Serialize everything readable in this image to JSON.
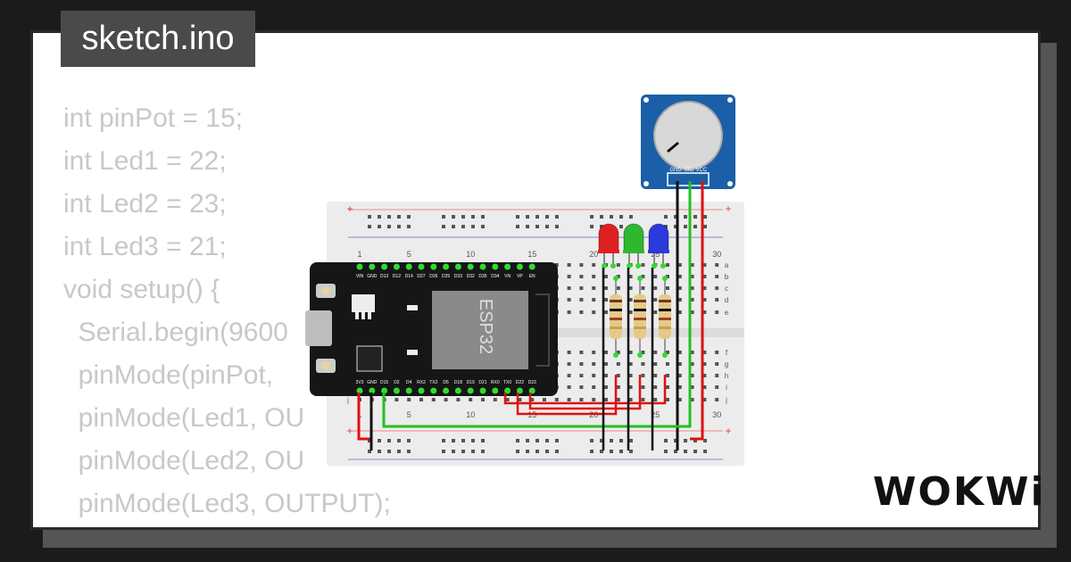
{
  "file": {
    "name": "sketch.ino"
  },
  "code_lines": [
    "int pinPot = 15;",
    "int Led1 = 22;",
    "int Led2 = 23;",
    "int Led3 = 21;",
    "void setup() {",
    "  Serial.begin(9600",
    "  pinMode(pinPot,",
    "  pinMode(Led1, OU",
    "  pinMode(Led2, OU",
    "  pinMode(Led3, OUTPUT);"
  ],
  "brand": {
    "name": "WOKWi"
  },
  "breadboard": {
    "column_numbers": [
      "1",
      "5",
      "10",
      "15",
      "20",
      "25",
      "30"
    ],
    "row_letters_top": [
      "a",
      "b",
      "c",
      "d",
      "e"
    ],
    "row_letters_bottom": [
      "f",
      "g",
      "h",
      "i",
      "j"
    ],
    "rail_plus": "+"
  },
  "esp32": {
    "chip_label": "ESP32",
    "top_pins": [
      "VIN",
      "GND",
      "D13",
      "D12",
      "D14",
      "D27",
      "D26",
      "D25",
      "D33",
      "D32",
      "D35",
      "D34",
      "VN",
      "VP",
      "EN"
    ],
    "bottom_pins": [
      "3V3",
      "GND",
      "D15",
      "D2",
      "D4",
      "RX2",
      "TX2",
      "D5",
      "D18",
      "D19",
      "D21",
      "RX0",
      "TX0",
      "D22",
      "D23"
    ]
  },
  "potentiometer": {
    "pins": [
      "GND",
      "SIG",
      "VCC"
    ]
  },
  "leds": [
    {
      "color_name": "red",
      "color": "#e02020"
    },
    {
      "color_name": "green",
      "color": "#2eb82e"
    },
    {
      "color_name": "blue",
      "color": "#2a3adb"
    }
  ],
  "colors": {
    "wire_red": "#e01010",
    "wire_green": "#22c022",
    "wire_black": "#111111"
  }
}
